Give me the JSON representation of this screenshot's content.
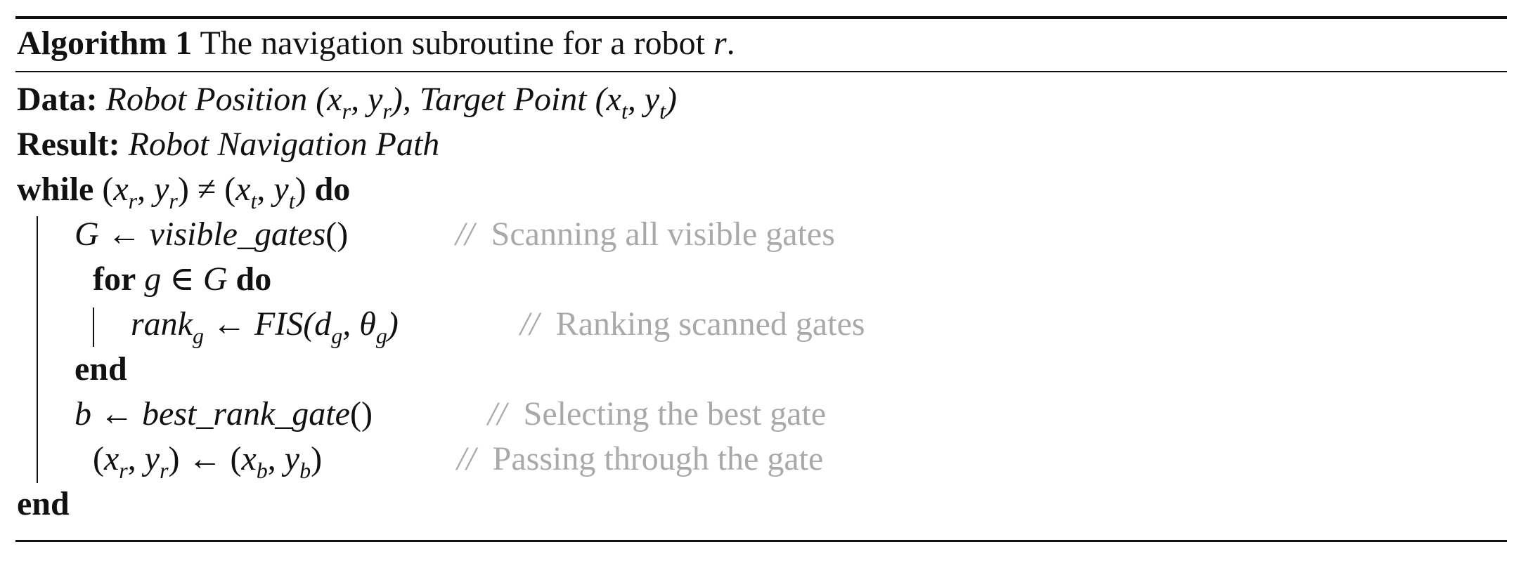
{
  "algorithm": {
    "number_label": "Algorithm 1",
    "title": "The navigation subroutine for a robot",
    "title_var": "r",
    "title_end": "."
  },
  "data_line": {
    "label": "Data:",
    "text1": "Robot Position (",
    "var1": "x",
    "sub1": "r",
    "comma1": ", ",
    "var2": "y",
    "sub2": "r",
    "mid": "), Target Point (",
    "var3": "x",
    "sub3": "t",
    "comma2": ", ",
    "var4": "y",
    "sub4": "t",
    "end": ")"
  },
  "result_line": {
    "label": "Result:",
    "text": "Robot Navigation Path"
  },
  "while_line": {
    "kw_while": "while",
    "lhs_open": "(",
    "x": "x",
    "xr": "r",
    "comma": ", ",
    "y": "y",
    "yr": "r",
    "lhs_close": ")",
    "neq": " ≠ ",
    "rhs_open": "(",
    "xt_var": "x",
    "xt": "t",
    "comma2": ", ",
    "yt_var": "y",
    "yt": "t",
    "rhs_close": ")",
    "kw_do": "do"
  },
  "line_gates": {
    "lhs": "G",
    "arrow": " ← ",
    "call": "visible_gates",
    "parens": "()",
    "comment_slashes": "//",
    "comment": "Scanning all visible gates"
  },
  "line_for": {
    "kw_for": "for",
    "var": "g",
    "in": " ∈ ",
    "set": "G",
    "kw_do": "do"
  },
  "line_rank": {
    "lhs": "rank",
    "lhs_sub": "g",
    "arrow": " ← ",
    "func": "FIS",
    "open": "(",
    "arg1": "d",
    "arg1_sub": "g",
    "comma": ", ",
    "arg2": "θ",
    "arg2_sub": "g",
    "close": ")",
    "comment_slashes": "//",
    "comment": "Ranking scanned gates"
  },
  "line_end_for": {
    "kw_end": "end"
  },
  "line_best": {
    "lhs": "b",
    "arrow": " ← ",
    "call": "best_rank_gate",
    "parens": "()",
    "comment_slashes": "//",
    "comment": "Selecting the best gate"
  },
  "line_pass": {
    "open1": "(",
    "x": "x",
    "xr": "r",
    "comma1": ", ",
    "y": "y",
    "yr": "r",
    "close1": ")",
    "arrow": " ← ",
    "open2": "(",
    "xb_var": "x",
    "xb": "b",
    "comma2": ", ",
    "yb_var": "y",
    "yb": "b",
    "close2": ")",
    "comment_slashes": "//",
    "comment": "Passing through the gate"
  },
  "line_end_while": {
    "kw_end": "end"
  },
  "colors": {
    "text": "#111111",
    "comment": "#a9a9a9",
    "background": "#ffffff"
  }
}
